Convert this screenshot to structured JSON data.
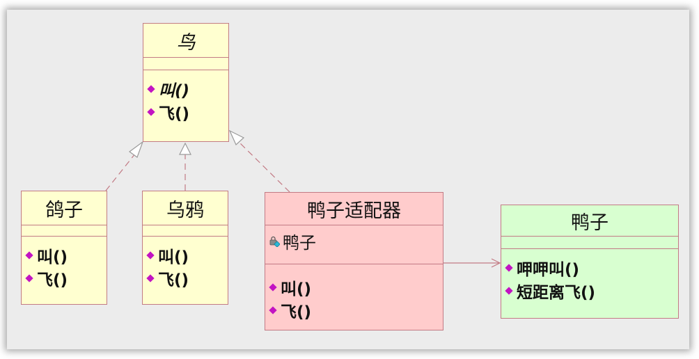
{
  "bird": {
    "name": "鸟",
    "ops": [
      "叫()",
      "飞()"
    ]
  },
  "pigeon": {
    "name": "鸽子",
    "ops": [
      "叫()",
      "飞()"
    ]
  },
  "crow": {
    "name": "乌鸦",
    "ops": [
      "叫()",
      "飞()"
    ]
  },
  "duck_adapter": {
    "name": "鸭子适配器",
    "attr": "鸭子",
    "ops": [
      "叫()",
      "飞()"
    ]
  },
  "duck": {
    "name": "鸭子",
    "ops": [
      "呷呷叫()",
      "短距离飞()"
    ]
  },
  "colors": {
    "bird_fill": "#ffffd0",
    "adapter_fill": "#ffcccc",
    "duck_fill": "#d8ffd0",
    "border": "#c27a84",
    "op_marker": "#c214c2"
  }
}
